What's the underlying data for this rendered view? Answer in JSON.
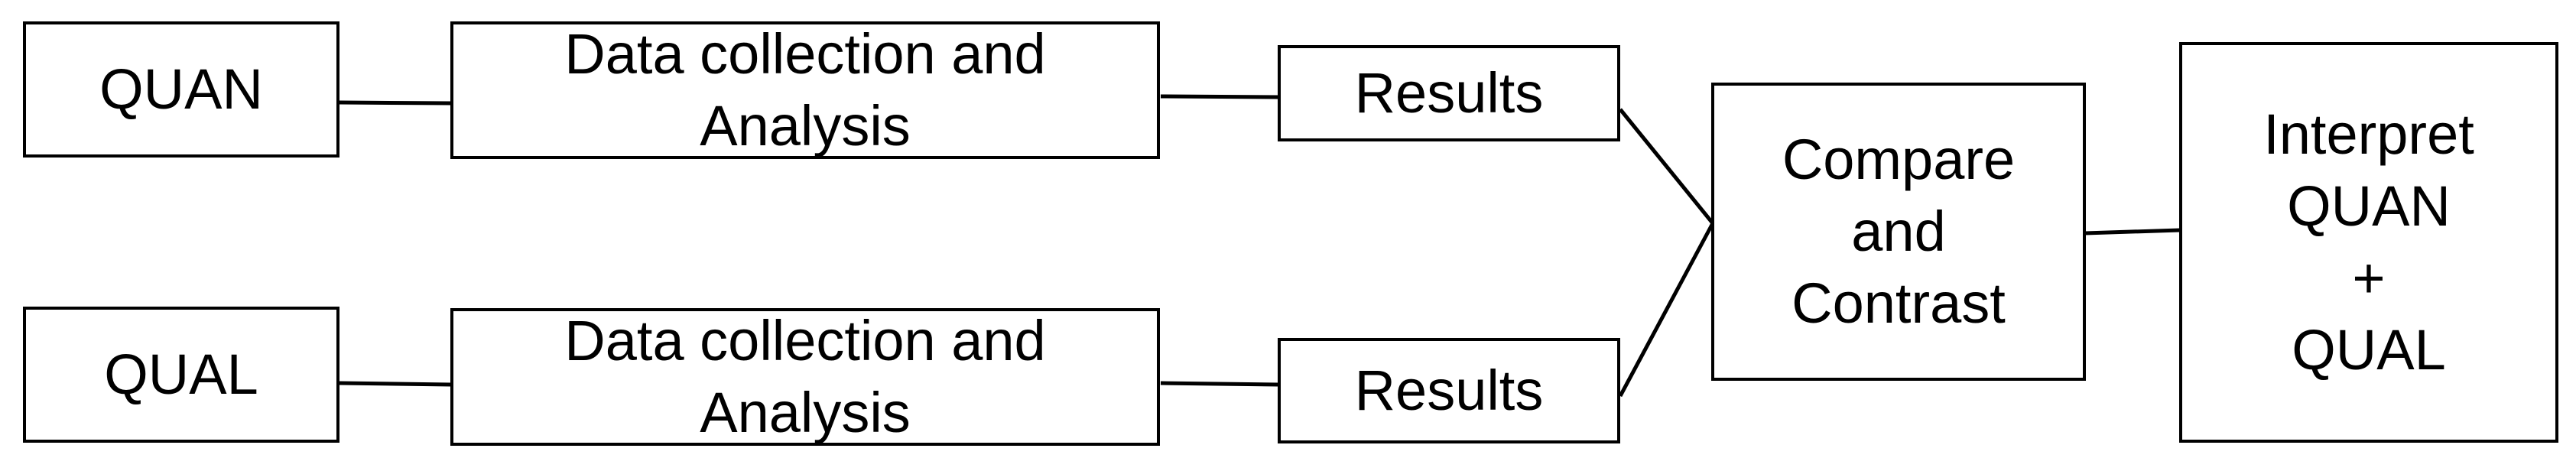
{
  "diagram": {
    "rows": [
      {
        "start": "QUAN",
        "process": [
          "Data collection and",
          "Analysis"
        ],
        "result": "Results"
      },
      {
        "start": "QUAL",
        "process": [
          "Data collection and",
          "Analysis"
        ],
        "result": "Results"
      }
    ],
    "merge": [
      "Compare",
      "and",
      "Contrast"
    ],
    "final": [
      "Interpret",
      "QUAN",
      "+",
      "QUAL"
    ]
  }
}
